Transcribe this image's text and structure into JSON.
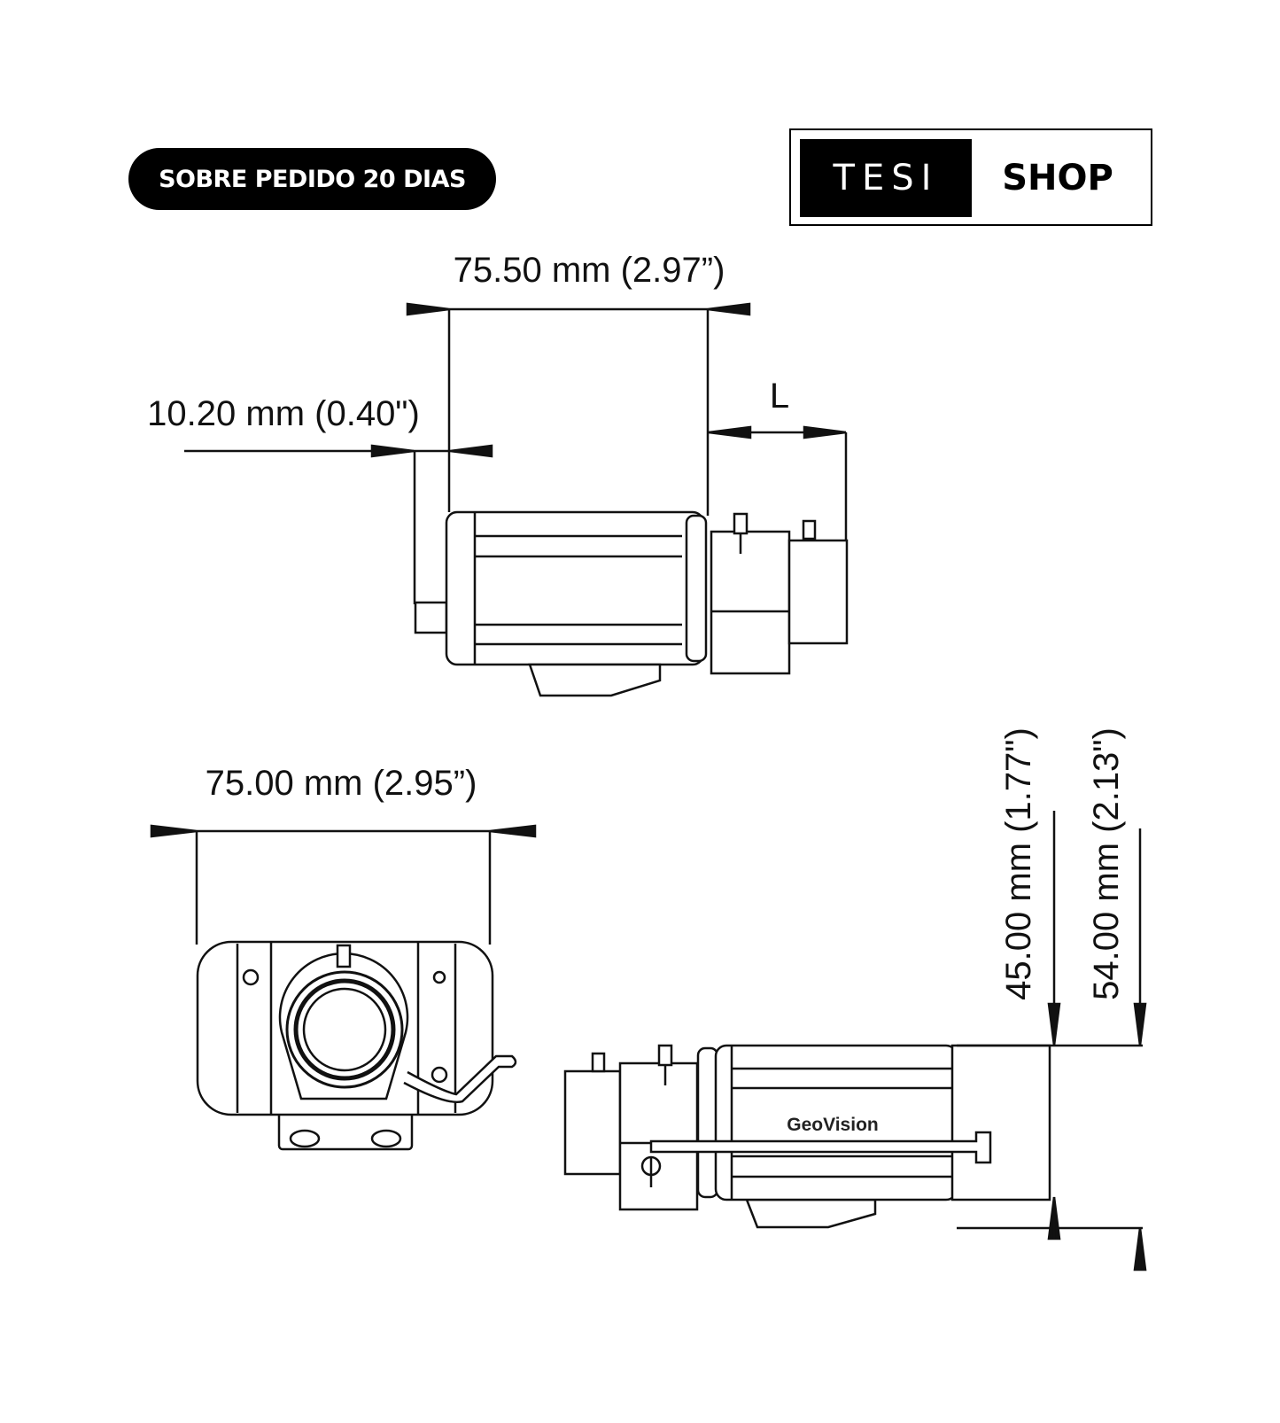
{
  "badge": {
    "label": "SOBRE PEDIDO 20 DIAS"
  },
  "logo": {
    "left": "TESI",
    "right": "SHOP"
  },
  "dimensions": {
    "top_length": "75.50 mm (2.97”)",
    "top_offset": "10.20 mm (0.40\")",
    "lens_length": "L",
    "front_width": "75.00 mm (2.95”)",
    "height_body": "45.00 mm (1.77\")",
    "height_total": "54.00 mm (2.13\")"
  },
  "camera": {
    "brand": "GeoVision"
  }
}
